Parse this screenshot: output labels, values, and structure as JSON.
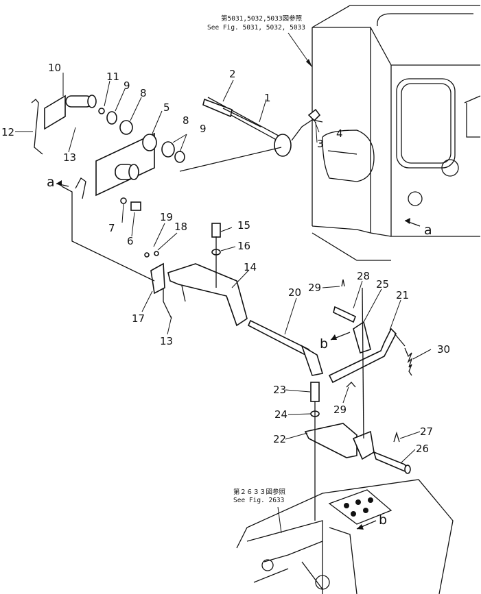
{
  "refs": {
    "top_jp": "第5031,5032,5033図参照",
    "top_en": "See Fig. 5031, 5032, 5033",
    "bottom_jp": "第２６３３図参照",
    "bottom_en": "See Fig. 2633"
  },
  "callouts": [
    "1",
    "2",
    "3",
    "4",
    "5",
    "6",
    "7",
    "8",
    "8",
    "9",
    "9",
    "10",
    "11",
    "12",
    "13",
    "13",
    "14",
    "15",
    "16",
    "17",
    "18",
    "19",
    "20",
    "21",
    "22",
    "23",
    "24",
    "25",
    "26",
    "27",
    "28",
    "29",
    "29",
    "30"
  ],
  "markers": [
    "a",
    "a",
    "b",
    "b"
  ]
}
